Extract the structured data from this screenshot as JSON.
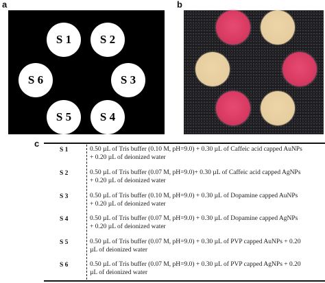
{
  "figure": {
    "panel_labels": {
      "a": "a",
      "b": "b",
      "c": "c"
    },
    "panel_a": {
      "spots": [
        "S 1",
        "S 2",
        "S 6",
        "S 3",
        "S 5",
        "S 4"
      ]
    },
    "panel_b": {
      "spot_colors": [
        "beige",
        "red",
        "beige",
        "red",
        "red",
        "beige"
      ],
      "colors": {
        "red": "#da3b63",
        "beige": "#e7cea0",
        "background": "#1b1b1e"
      }
    },
    "table": {
      "rows": [
        {
          "sample": "S 1",
          "line1": "0.50 µL of Tris buffer (0.10 M, pH=9.0) + 0.30 µL of Caffeic acid capped AuNPs",
          "line2": "+ 0.20 µL of  deionized water"
        },
        {
          "sample": "S 2",
          "line1": "0.50 µL of Tris buffer (0.07 M, pH=9.0)+ 0.30 µL of Caffeic acid capped AgNPs",
          "line2": "+ 0.20 µL of  deionized water"
        },
        {
          "sample": "S 3",
          "line1": "0.50 µL of Tris buffer (0.10 M, pH=9.0) + 0.30 µL of Dopamine capped AuNPs",
          "line2": "+ 0.20 µL of  deionized water"
        },
        {
          "sample": "S 4",
          "line1": "0.50 µL of Tris buffer (0.07 M, pH=9.0) + 0.30 µL of Dopamine capped AgNPs",
          "line2": "+ 0.20 µL of  deionized water"
        },
        {
          "sample": "S 5",
          "line1": "0.50 µL of Tris buffer (0.07 M, pH=9.0) + 0.30 µL of PVP capped AuNPs + 0.20",
          "line2": "µL of  deionized water"
        },
        {
          "sample": "S 6",
          "line1": "0.50 µL of Tris buffer (0.07 M, pH=9.0) + 0.30 µL of PVP capped AgNPs + 0.20",
          "line2": "µL of  deionized water"
        }
      ]
    }
  }
}
